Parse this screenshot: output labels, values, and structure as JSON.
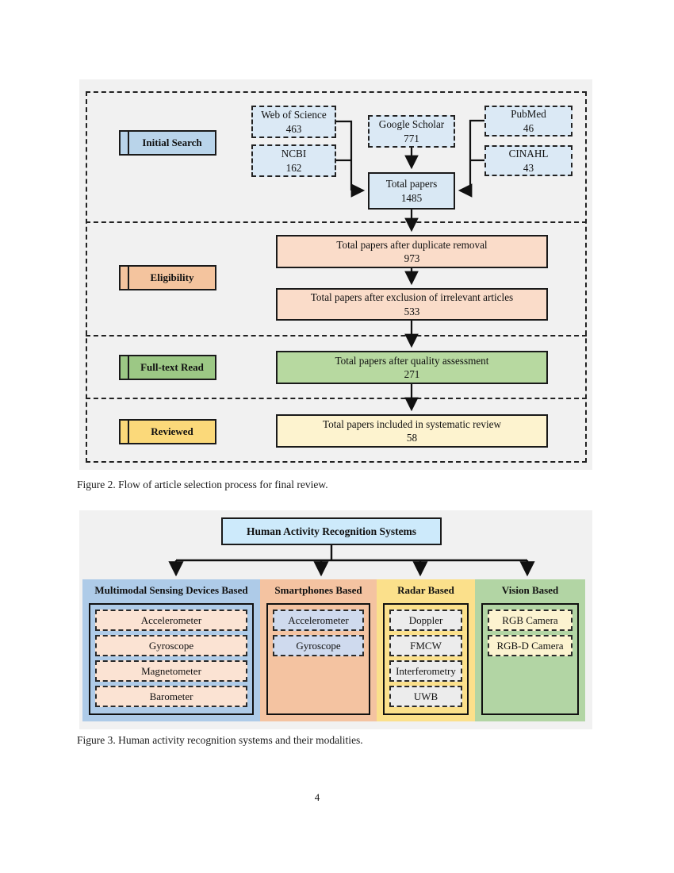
{
  "page_number": "4",
  "figure2": {
    "caption": "Figure 2. Flow of article selection process for final review.",
    "section_labels": [
      "Initial Search",
      "Eligibility",
      "Full-text Read",
      "Reviewed"
    ],
    "sources": [
      {
        "name": "Web of Science",
        "count": "463"
      },
      {
        "name": "NCBI",
        "count": "162"
      },
      {
        "name": "Google Scholar",
        "count": "771"
      },
      {
        "name": "PubMed",
        "count": "46"
      },
      {
        "name": "CINAHL",
        "count": "43"
      }
    ],
    "total": {
      "name": "Total papers",
      "count": "1485"
    },
    "stages": [
      {
        "name": "Total papers after duplicate removal",
        "count": "973"
      },
      {
        "name": "Total papers after exclusion of irrelevant articles",
        "count": "533"
      },
      {
        "name": "Total papers after quality assessment",
        "count": "271"
      },
      {
        "name": "Total papers included in systematic review",
        "count": "58"
      }
    ]
  },
  "figure3": {
    "caption": "Figure 3. Human activity recognition systems and their modalities.",
    "root_label": "Human Activity Recognition Systems",
    "categories": [
      {
        "label": "Multimodal Sensing Devices Based",
        "items": [
          "Accelerometer",
          "Gyroscope",
          "Magnetometer",
          "Barometer"
        ]
      },
      {
        "label": "Smartphones Based",
        "items": [
          "Accelerometer",
          "Gyroscope"
        ]
      },
      {
        "label": "Radar Based",
        "items": [
          "Doppler",
          "FMCW",
          "Interferometry",
          "UWB"
        ]
      },
      {
        "label": "Vision Based",
        "items": [
          "RGB Camera",
          "RGB-D Camera"
        ]
      }
    ]
  },
  "colors": {
    "panel_bg": "#f1f1f1",
    "initial_search_label": "#b9d4ea",
    "source_box": "#dbe9f5",
    "total_box": "#d9e8f4",
    "eligibility_label": "#f4c49e",
    "eligibility_box": "#fadcc9",
    "fulltext_label": "#9cc885",
    "fulltext_box": "#b7d9a0",
    "reviewed_label": "#fbd97a",
    "reviewed_box": "#fdf3cf",
    "hars_root_box": "#cdeafb",
    "multimodal_column": "#aecbe8",
    "multimodal_item": "#fbe3d3",
    "smartphones_column": "#f4c3a1",
    "smartphones_item": "#cfdaee",
    "radar_column": "#fbe08b",
    "radar_item": "#ececec",
    "vision_column": "#b2d5a4",
    "vision_item": "#fcf3d0"
  }
}
